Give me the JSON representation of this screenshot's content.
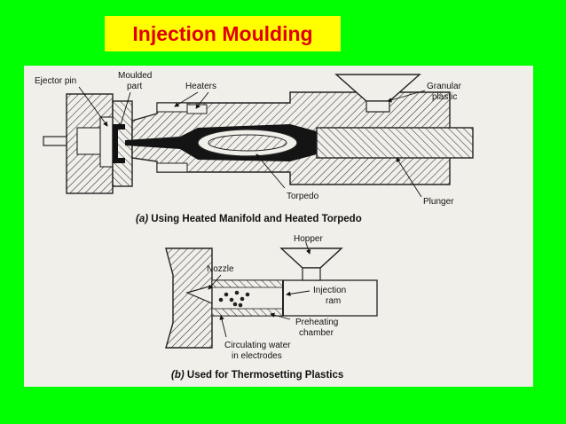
{
  "slide": {
    "title": "Injection Moulding",
    "title_color": "#e00000",
    "title_bg": "#ffff00",
    "background": "#00ff00"
  },
  "diagram_a": {
    "labels": {
      "ejector_pin": "Ejector pin",
      "moulded_part_1": "Moulded",
      "moulded_part_2": "part",
      "heaters": "Heaters",
      "granular_1": "Granular",
      "granular_2": "plastic",
      "torpedo": "Torpedo",
      "plunger": "Plunger"
    },
    "caption_prefix": "(a)",
    "caption": " Using Heated Manifold and Heated Torpedo"
  },
  "diagram_b": {
    "labels": {
      "hopper": "Hopper",
      "nozzle": "Nozzle",
      "injection_1": "Injection",
      "injection_2": "ram",
      "preheating_1": "Preheating",
      "preheating_2": "chamber",
      "water_1": "Circulating water",
      "water_2": "in electrodes"
    },
    "caption_prefix": "(b)",
    "caption": " Used for Thermosetting Plastics"
  }
}
